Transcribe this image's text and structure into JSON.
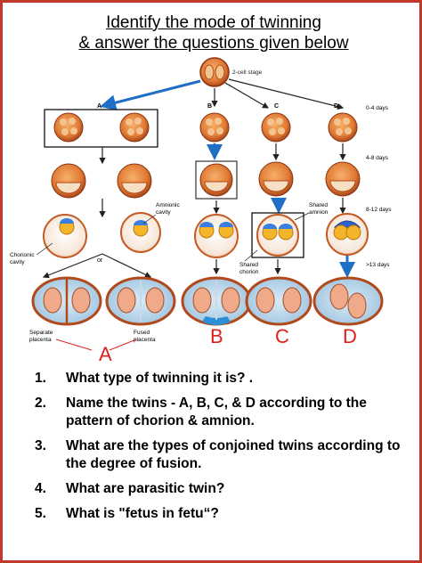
{
  "title": {
    "line1": "Identify the mode of twinning",
    "line2": "& answer the questions given below"
  },
  "figure": {
    "stage_labels": {
      "cell2": "2-cell stage",
      "d0_4": "0-4 days",
      "d4_8": "4-8 days",
      "d8_12": "8-12 days",
      "d13": ">13 days"
    },
    "pathway_letters": [
      "A",
      "B",
      "C",
      "D"
    ],
    "annotations": {
      "amnionic_cavity_1": "Amnionic",
      "amnionic_cavity_2": "cavity",
      "chorionic_cavity_1": "Chorionic",
      "chorionic_cavity_2": "cavity",
      "shared_amnion_1": "Shared",
      "shared_amnion_2": "amnion",
      "shared_chorion_1": "Shared",
      "shared_chorion_2": "chorion",
      "or": "or",
      "separate_placenta_1": "Separate",
      "separate_placenta_2": "placenta",
      "fused_placenta_1": "Fused",
      "fused_placenta_2": "placenta"
    },
    "big_letters": [
      "A",
      "B",
      "C",
      "D"
    ],
    "colors": {
      "embryo_orange": "#e8803a",
      "embryo_dark": "#b04a1c",
      "big_letter_red": "#e0201c",
      "arrow_blue": "#1f6fc5",
      "placenta_blue": "#2b8fd6",
      "border_red": "#c0392b"
    }
  },
  "questions": [
    {
      "num": "1.",
      "text": "What type of twinning it is? ."
    },
    {
      "num": "2.",
      "text": "Name the twins - A, B, C, & D according to the pattern of chorion & amnion."
    },
    {
      "num": "3.",
      "text": "What are the types of conjoined twins according to the degree of fusion."
    },
    {
      "num": "4.",
      "text": "What are parasitic twin?"
    },
    {
      "num": "5.",
      "text": "What is \"fetus in fetu“?"
    }
  ]
}
